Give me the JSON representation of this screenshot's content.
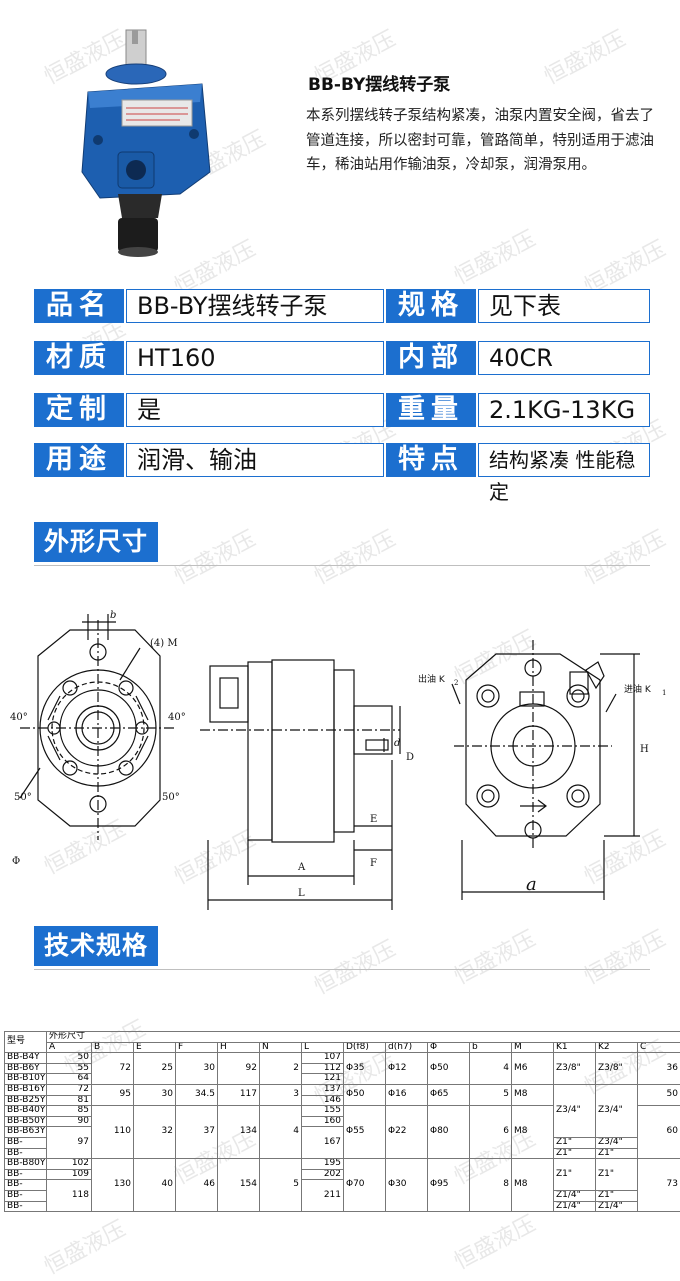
{
  "watermark": "恒盛液压",
  "product": {
    "title": "BB-BY摆线转子泵",
    "description": "本系列摆线转子泵结构紧凑，油泵内置安全阀，省去了管道连接，所以密封可靠，管路简单，特别适用于滤油车，稀油站用作输油泵，冷却泵，润滑泵用。"
  },
  "specs": [
    {
      "label1": "品名",
      "value1": "BB-BY摆线转子泵",
      "label2": "规格",
      "value2": "见下表"
    },
    {
      "label1": "材质",
      "value1": "HT160",
      "label2": "内部",
      "value2": "40CR"
    },
    {
      "label1": "定制",
      "value1": "是",
      "label2": "重量",
      "value2": "2.1KG-13KG"
    },
    {
      "label1": "用途",
      "value1": "润滑、输油",
      "label2": "特点",
      "value2": "结构紧凑 性能稳定"
    }
  ],
  "sections": {
    "dimensions": "外形尺寸",
    "technical": "技术规格"
  },
  "drawing_labels": {
    "b": "b",
    "four_m": "(4) M",
    "angle40": "40°",
    "angle50": "50°",
    "phi": "Φ",
    "A": "A",
    "L": "L",
    "E": "E",
    "F": "F",
    "d": "d",
    "D": "D",
    "H": "H",
    "a": "a",
    "outlet": "出油 K",
    "outlet_sub": "2",
    "inlet": "进油 K",
    "inlet_sub": "1"
  },
  "table": {
    "h_model": "型号",
    "h_dims": "外形尺寸",
    "cols": [
      "A",
      "B",
      "E",
      "F",
      "H",
      "N",
      "L",
      "D(f8)",
      "d(h7)",
      "Φ",
      "b",
      "M",
      "K1",
      "K2",
      "C"
    ],
    "models": [
      "BB-B4Y",
      "BB-B6Y",
      "BB-B10Y",
      "BB-B16Y",
      "BB-B25Y",
      "BB-B40Y",
      "BB-B50Y",
      "BB-B63Y",
      "BB-",
      "BB-",
      "BB-B80Y",
      "BB-",
      "BB-",
      "BB-",
      "BB-"
    ],
    "A": [
      "50",
      "55",
      "64",
      "72",
      "81",
      "85",
      "90",
      "97",
      "102",
      "109",
      "118"
    ],
    "L": [
      "107",
      "112",
      "121",
      "137",
      "146",
      "155",
      "160",
      "167",
      "195",
      "202",
      "211"
    ],
    "g1": {
      "B": "72",
      "E": "25",
      "F": "30",
      "H": "92",
      "N": "2",
      "D": "Φ35",
      "d": "Φ12",
      "phi": "Φ50",
      "b": "4",
      "M": "M6",
      "K1": "Z3/8\"",
      "K2": "Z3/8\"",
      "C": "36"
    },
    "g2": {
      "B": "95",
      "E": "30",
      "F": "34.5",
      "H": "117",
      "N": "3",
      "D": "Φ50",
      "d": "Φ16",
      "phi": "Φ65",
      "b": "5",
      "M": "M8",
      "C": "50"
    },
    "g3": {
      "B": "110",
      "E": "32",
      "F": "37",
      "H": "134",
      "N": "4",
      "D": "Φ55",
      "d": "Φ22",
      "phi": "Φ80",
      "b": "6",
      "M": "M8",
      "C": "60"
    },
    "g4": {
      "B": "130",
      "E": "40",
      "F": "46",
      "H": "154",
      "N": "5",
      "D": "Φ70",
      "d": "Φ30",
      "phi": "Φ95",
      "b": "8",
      "M": "M8",
      "C": "73"
    },
    "k_z34": "Z3/4\"",
    "k_z1": "Z1\"",
    "k_z114": "Z1/4\"",
    "k_z134": "Z1/4\""
  },
  "colors": {
    "accent": "#1c6fcf",
    "pump_blue": "#1d5fb0"
  }
}
